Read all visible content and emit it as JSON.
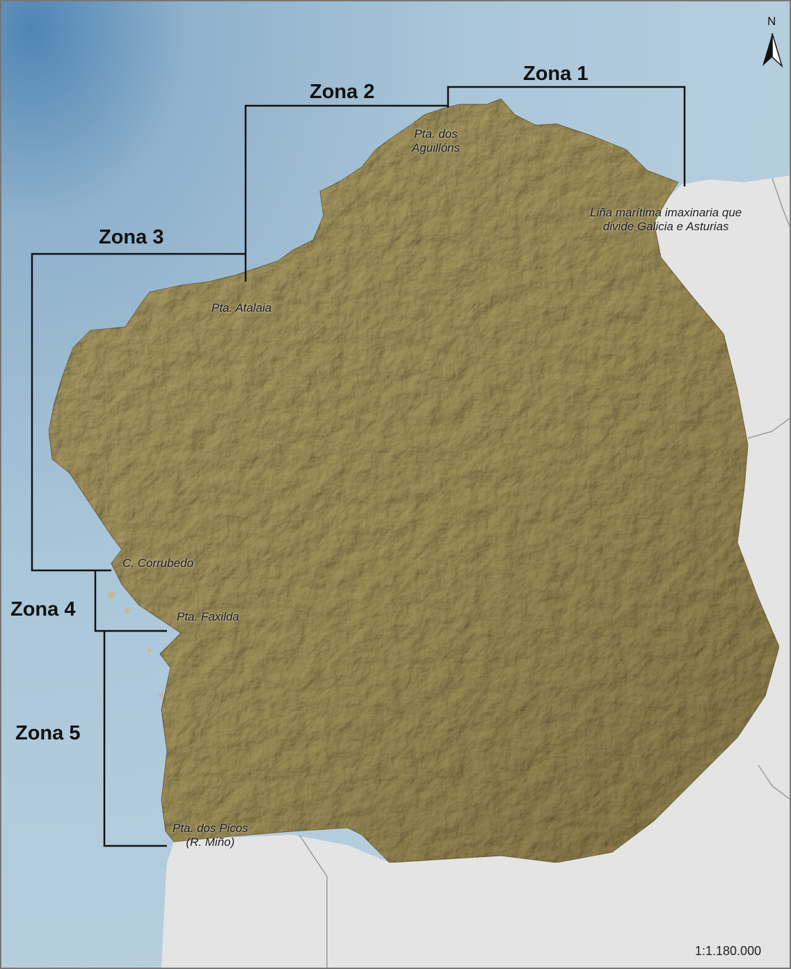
{
  "map": {
    "zones": [
      {
        "id": "zona-1",
        "label": "Zona 1"
      },
      {
        "id": "zona-2",
        "label": "Zona 2"
      },
      {
        "id": "zona-3",
        "label": "Zona 3"
      },
      {
        "id": "zona-4",
        "label": "Zona 4"
      },
      {
        "id": "zona-5",
        "label": "Zona 5"
      }
    ],
    "places": {
      "aguillons": "Pta. dos\nAguillóns",
      "asturias_line": "Liña marítima imaxinaria que\ndivide Galicia e Asturias",
      "atalaia": "Pta. Atalaia",
      "corrubedo": "C. Corrubedo",
      "faxilda": "Pta. Faxilda",
      "picos": "Pta. dos Picos\n(R. Miño)"
    },
    "scale": "1:1.180.000",
    "north": "N",
    "colors": {
      "sea_deep": "#4f86b4",
      "sea": "#a9c5d8",
      "sea_shallow": "#c9dce7",
      "land_galicia": "#c4ba93",
      "land_shadow": "#8f8462",
      "land_neighbour": "#e4e4e4",
      "border": "#9a9a9a",
      "zone_line": "#111111"
    }
  }
}
